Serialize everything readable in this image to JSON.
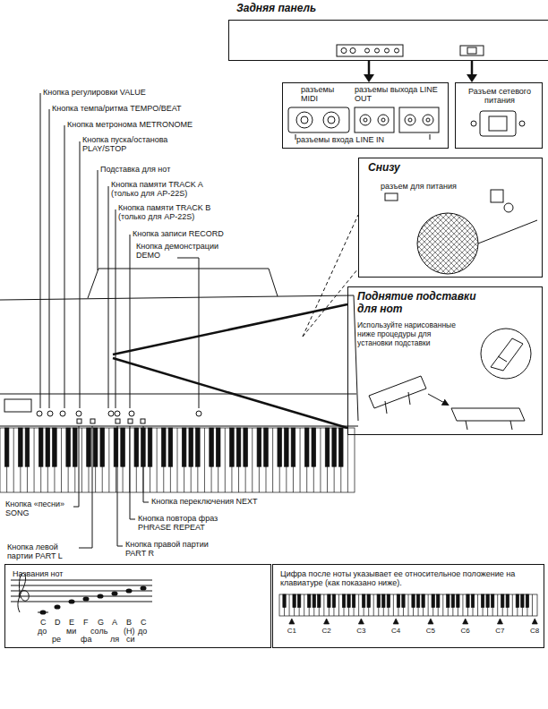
{
  "diagram": {
    "nodes": [
      {
        "text": [
          "Задняя панель"
        ]
      },
      {
        "text": [
          "разъемы MIDI",
          "разъемы выхода LINE OUT",
          "разъемы входа LINE IN"
        ]
      },
      {
        "text": [
          "Разъем сетевого питания"
        ]
      },
      {
        "text": [
          "Снизу",
          "разъем для питания"
        ]
      },
      {
        "text": [
          "Поднятие подставки для нот",
          "Используйте нарисованные ниже процедуры для установки подставки"
        ]
      },
      {
        "text": [
          "Названия нот"
        ]
      },
      {
        "text": [
          "Цифра после ноты указывает ее относительное положение на клавиатуре (как показано ниже)."
        ]
      }
    ],
    "edges": [
      {
        "from": 0,
        "to": 1,
        "arrow": "to"
      },
      {
        "from": 0,
        "to": 2,
        "arrow": "to"
      }
    ],
    "labels": [
      "Кнопка регулировки VALUE",
      "Кнопка темпа/ритма TEMPO/BEAT",
      "Кнопка метронома METRONOME",
      "Кнопка пуска/останова PLAY/STOP",
      "Подставка для нот",
      "Кнопка памяти TRACK A (только для AP-22S)",
      "Кнопка памяти TRACK B (только для AP-22S)",
      "Кнопка записи RECORD",
      "Кнопка демонстрации DEMO",
      "Кнопка «песни» SONG",
      "Кнопка переключения NEXT",
      "Кнопка повтора фраз PHRASE REPEAT",
      "Кнопка правой партии PART R",
      "Кнопка левой партии PART L",
      "C",
      "до",
      "D",
      "ре",
      "E",
      "ми",
      "F",
      "фа",
      "G",
      "соль",
      "A",
      "ля",
      "B",
      "(H)",
      "си",
      "C",
      "до",
      "C1",
      "C2",
      "C3",
      "C4",
      "C5",
      "C6",
      "C7",
      "C8"
    ]
  }
}
